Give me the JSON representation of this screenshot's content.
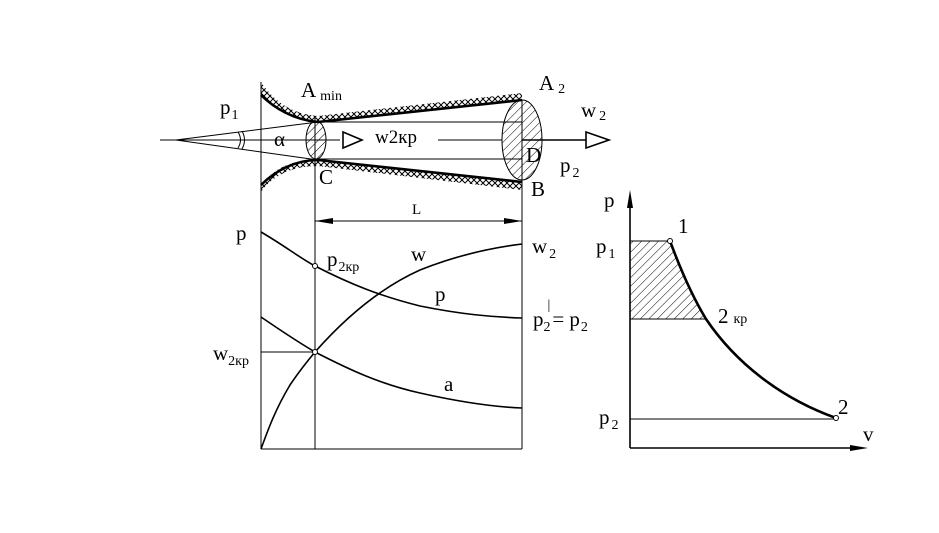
{
  "nozzle": {
    "A_main": "A",
    "A_min_sub": "min",
    "A2_main": "A",
    "A2_sub": "2",
    "p1_main": "p",
    "p1_sub": "1",
    "alpha": "α",
    "w2kr": "w2кр",
    "w2_main": "w",
    "w2_sub": "2",
    "D": "D",
    "C": "C",
    "B": "B",
    "p2_main": "p",
    "p2_sub": "2",
    "L": "L"
  },
  "profiles": {
    "p_axis": "p",
    "p2kr_main": "p",
    "p2kr_sub": "2кр",
    "w_curve": "w",
    "w2_main": "w",
    "w2_sub": "2",
    "p_curve": "p",
    "p2prime_main": "p",
    "p2prime_sub": "2",
    "p2prime_mark": "|",
    "equals": "= p",
    "eq_sub": "2",
    "w2kr_main": "w",
    "w2kr_sub": "2кр",
    "a_curve": "a"
  },
  "pv_diagram": {
    "p_axis": "p",
    "v_axis": "v",
    "p1_main": "p",
    "p1_sub": "1",
    "p2_main": "p",
    "p2_sub": "2",
    "point1": "1",
    "point2kr_main": "2",
    "point2kr_sub": "кр",
    "point2": "2"
  },
  "colors": {
    "ink": "#000000",
    "background": "#ffffff"
  }
}
